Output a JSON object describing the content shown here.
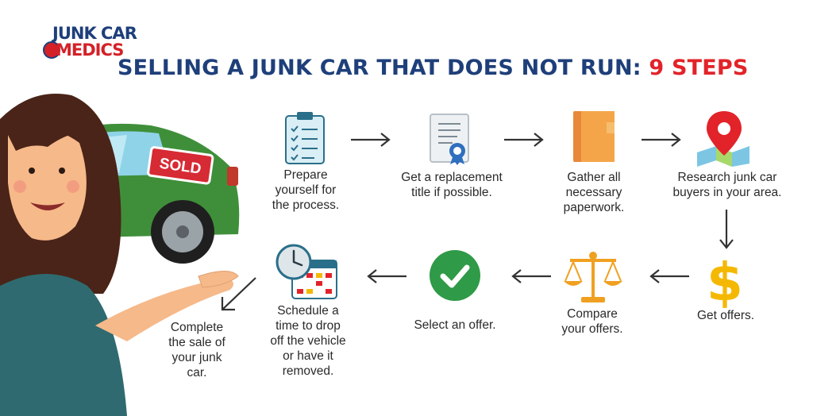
{
  "logo": {
    "line1": "JUNK CAR",
    "line2": "MEDICS"
  },
  "title": {
    "main": "SELLING A JUNK CAR THAT DOES NOT RUN:",
    "accent": "9 STEPS"
  },
  "hero": {
    "sign_text": "SOLD"
  },
  "colors": {
    "navy": "#1e3f7a",
    "red": "#e2232a",
    "green": "#2f9a47",
    "orange": "#f29b3a",
    "gold": "#f5b800",
    "car": "#3f8f3a"
  },
  "steps": [
    {
      "label": "Prepare\nyourself for\nthe process.",
      "icon": "clipboard-checklist-icon"
    },
    {
      "label": "Get a replacement\ntitle if possible.",
      "icon": "certificate-document-icon"
    },
    {
      "label": "Gather all\nnecessary\npaperwork.",
      "icon": "folder-icon"
    },
    {
      "label": "Research junk car\nbuyers in your area.",
      "icon": "map-pin-icon"
    },
    {
      "label": "Get offers.",
      "icon": "dollar-sign-icon"
    },
    {
      "label": "Compare\nyour offers.",
      "icon": "balance-scale-icon"
    },
    {
      "label": "Select an offer.",
      "icon": "checkmark-circle-icon"
    },
    {
      "label": "Schedule a\ntime to drop\noff the vehicle\nor have it\nremoved.",
      "icon": "clock-calendar-icon"
    },
    {
      "label": "Complete\nthe sale of\nyour junk\ncar.",
      "icon": "none"
    }
  ]
}
